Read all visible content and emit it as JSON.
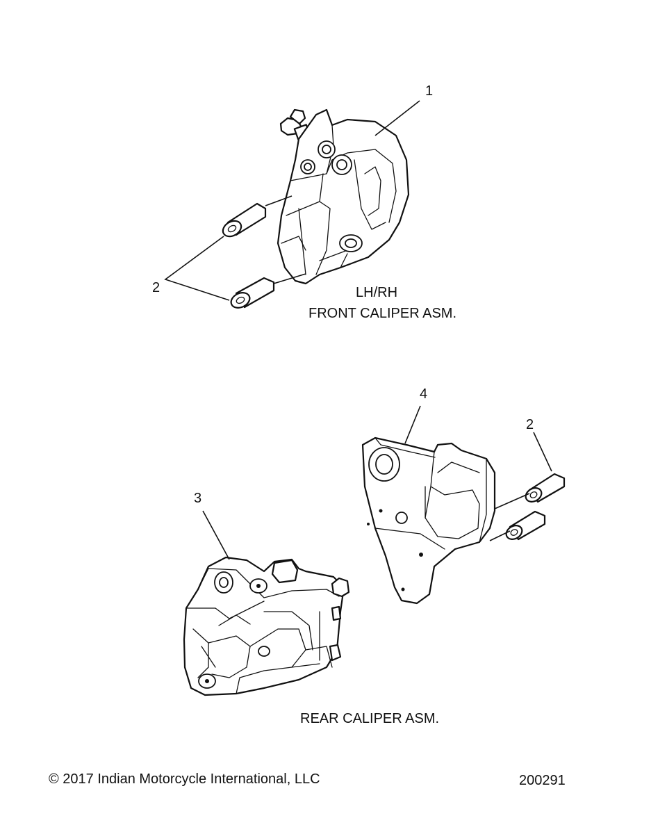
{
  "callouts": {
    "c1": "1",
    "c2_front": "2",
    "c2_rear": "2",
    "c3": "3",
    "c4": "4"
  },
  "labels": {
    "front_side": "LH/RH",
    "front_title": "FRONT CALIPER ASM.",
    "rear_title": "REAR CALIPER ASM."
  },
  "footer": {
    "copyright": "© 2017 Indian Motorcycle International, LLC",
    "diagram_number": "200291"
  }
}
